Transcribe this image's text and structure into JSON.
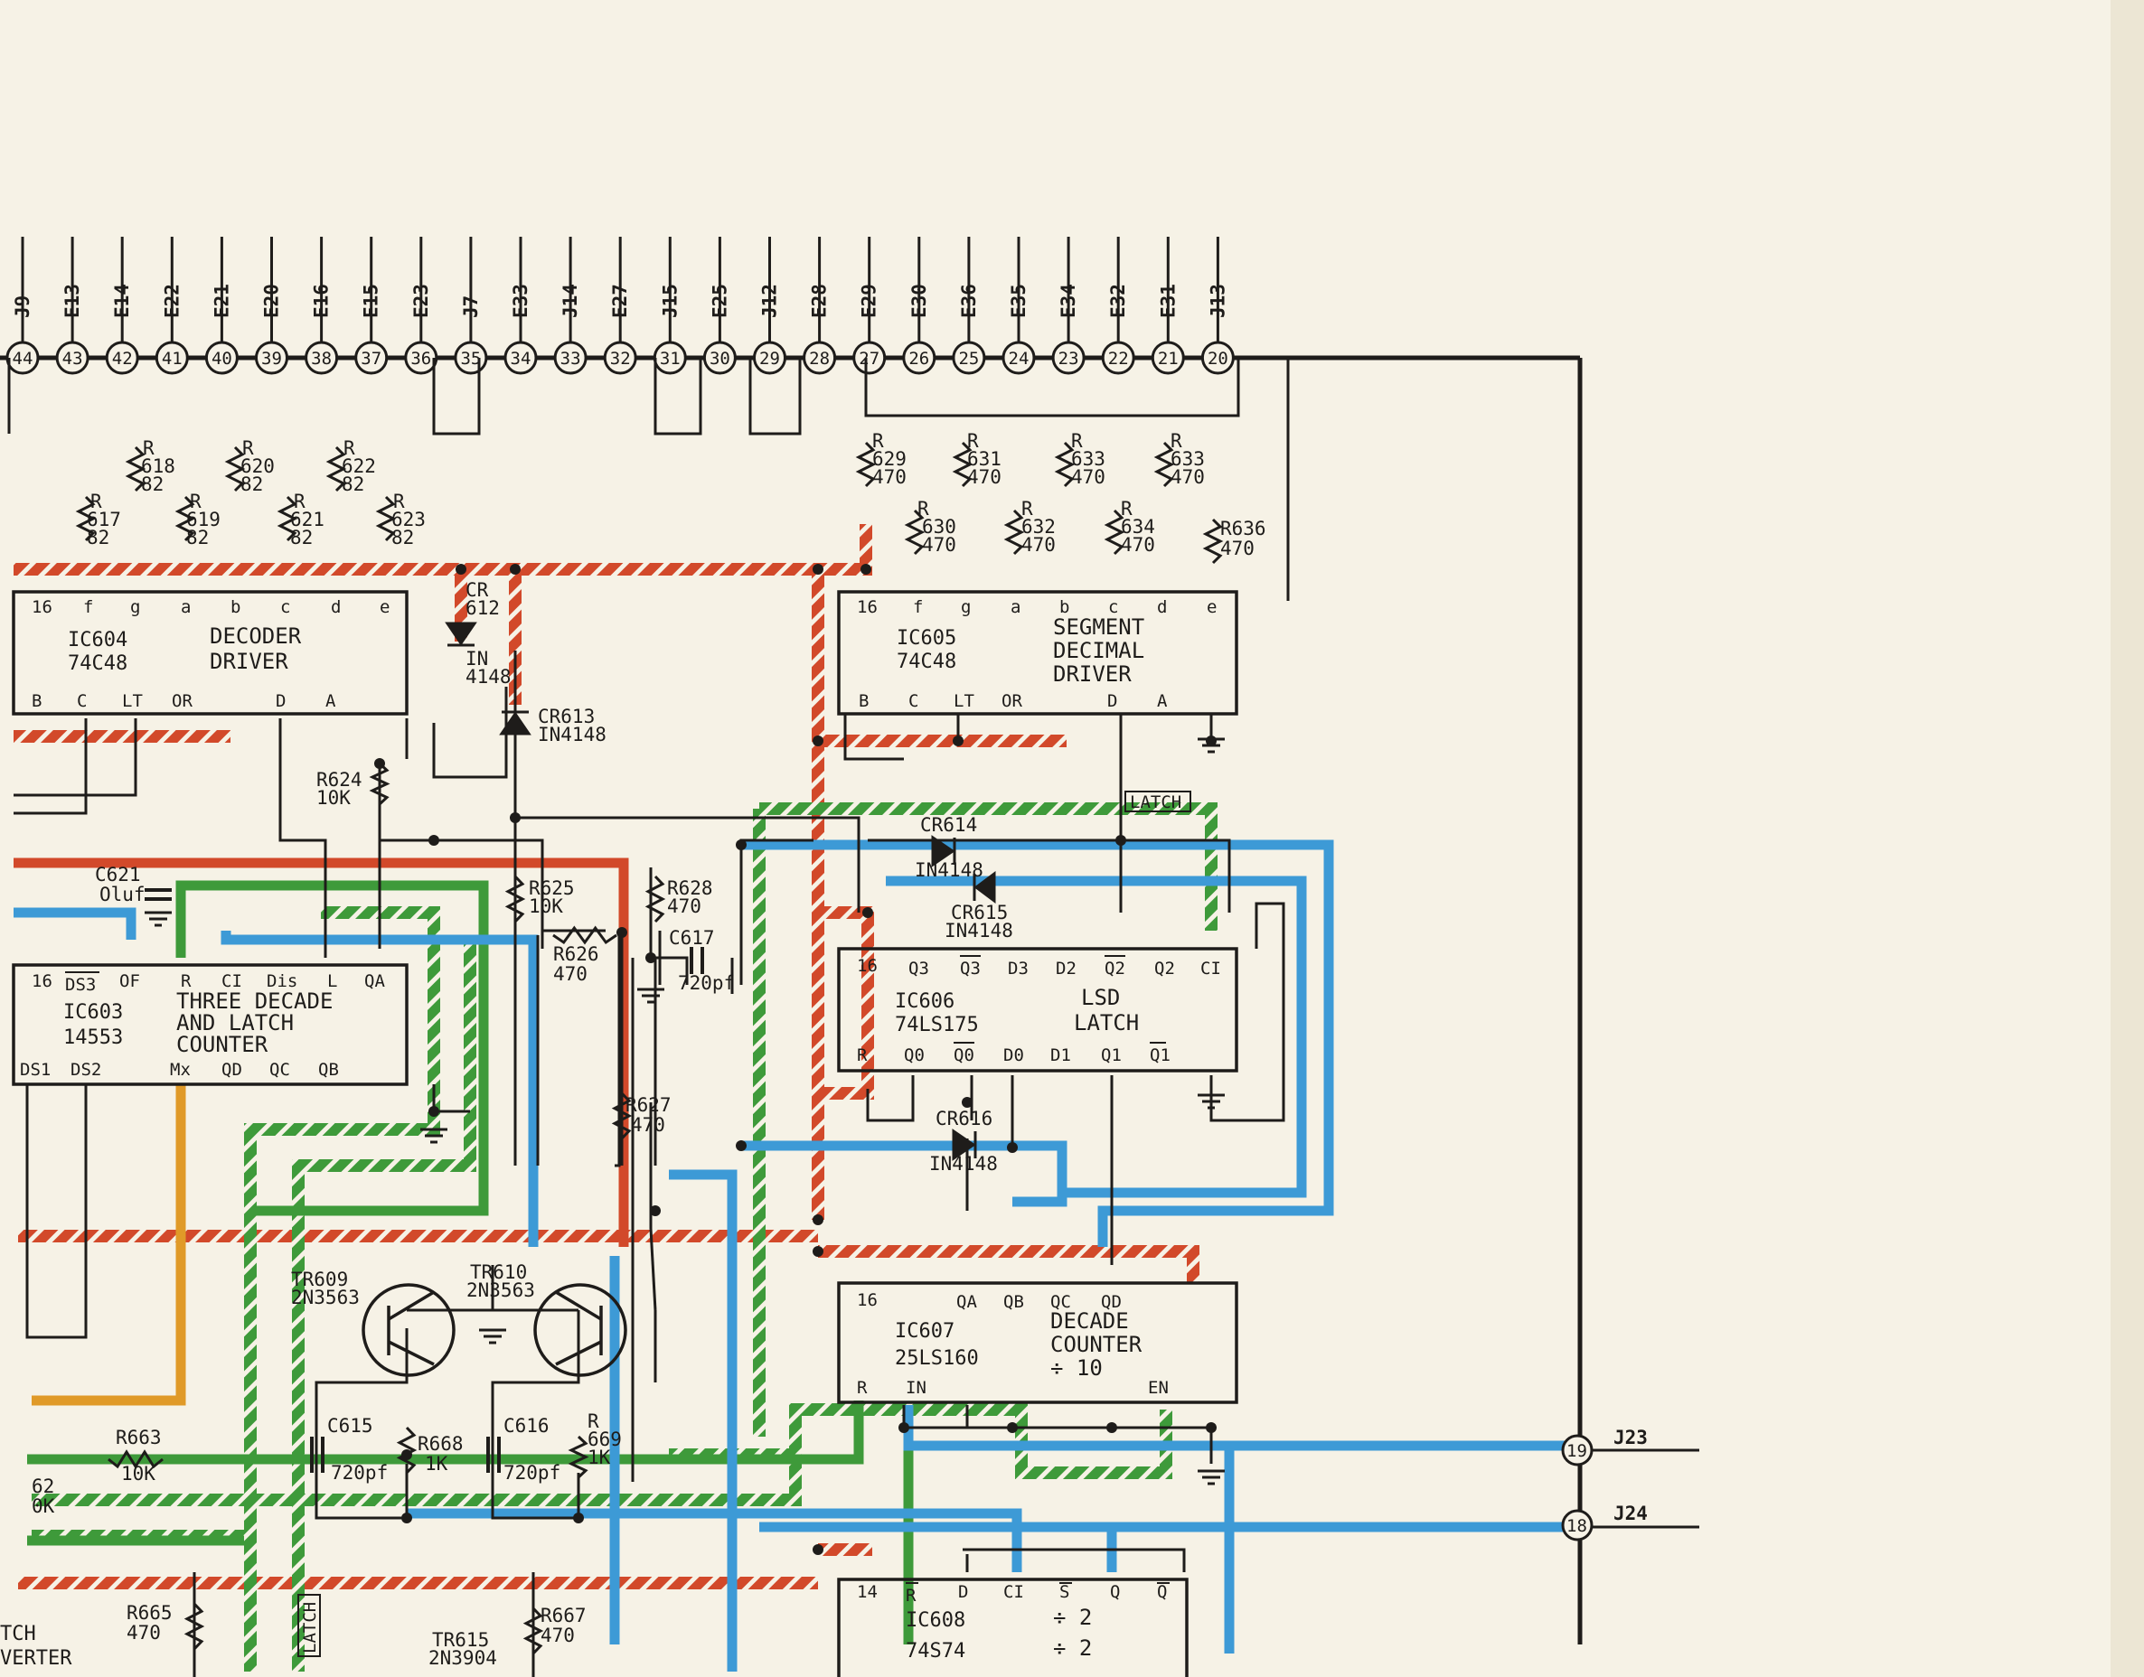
{
  "colors": {
    "paper": "#f6f2e6",
    "ink": "#1e1c1a",
    "red": "#d2492a",
    "green": "#3e9a3a",
    "blue": "#3d9ad6",
    "orange": "#e09a28"
  },
  "connector_pins": [
    {
      "num": "44",
      "label": "J9"
    },
    {
      "num": "43",
      "label": "E13"
    },
    {
      "num": "42",
      "label": "E14"
    },
    {
      "num": "41",
      "label": "E22"
    },
    {
      "num": "40",
      "label": "E21"
    },
    {
      "num": "39",
      "label": "E20"
    },
    {
      "num": "38",
      "label": "E16"
    },
    {
      "num": "37",
      "label": "E15"
    },
    {
      "num": "36",
      "label": "E23"
    },
    {
      "num": "35",
      "label": "J7"
    },
    {
      "num": "34",
      "label": "E33"
    },
    {
      "num": "33",
      "label": "J14"
    },
    {
      "num": "32",
      "label": "E27"
    },
    {
      "num": "31",
      "label": "J15"
    },
    {
      "num": "30",
      "label": "E25"
    },
    {
      "num": "29",
      "label": "J12"
    },
    {
      "num": "28",
      "label": "E28"
    },
    {
      "num": "27",
      "label": "E29"
    },
    {
      "num": "26",
      "label": "E30"
    },
    {
      "num": "25",
      "label": "E36"
    },
    {
      "num": "24",
      "label": "E35"
    },
    {
      "num": "23",
      "label": "E34"
    },
    {
      "num": "22",
      "label": "E32"
    },
    {
      "num": "21",
      "label": "E31"
    },
    {
      "num": "20",
      "label": "J13"
    }
  ],
  "resistors": {
    "r617": [
      "R",
      "617",
      "82"
    ],
    "r618": [
      "R",
      "618",
      "82"
    ],
    "r619": [
      "R",
      "619",
      "82"
    ],
    "r620": [
      "R",
      "620",
      "82"
    ],
    "r621": [
      "R",
      "621",
      "82"
    ],
    "r622": [
      "R",
      "622",
      "82"
    ],
    "r623": [
      "R",
      "623",
      "82"
    ],
    "r629": [
      "R",
      "629",
      "470"
    ],
    "r630": [
      "R",
      "630",
      "470"
    ],
    "r631": [
      "R",
      "631",
      "470"
    ],
    "r632": [
      "R",
      "632",
      "470"
    ],
    "r633a": [
      "R",
      "633",
      "470"
    ],
    "r634": [
      "R",
      "634",
      "470"
    ],
    "r633b": [
      "R",
      "633",
      "470"
    ],
    "r636": [
      "R636",
      "470"
    ],
    "r624": [
      "R624",
      "10K"
    ],
    "r625": [
      "R625",
      "10K"
    ],
    "r626": [
      "R626",
      "470"
    ],
    "r627": [
      "R627",
      "470"
    ],
    "r628": [
      "R628",
      "470"
    ],
    "r663": [
      "R663",
      "10K"
    ],
    "r662": [
      "62",
      "0K"
    ],
    "r668": [
      "R668",
      "1K"
    ],
    "r669": [
      "R",
      "669",
      "1K"
    ],
    "r665": [
      "R665",
      "470"
    ],
    "r667": [
      "R667",
      "470"
    ]
  },
  "diodes": {
    "cr612": [
      "CR",
      "612",
      "IN",
      "4148"
    ],
    "cr613": [
      "CR613",
      "IN4148"
    ],
    "cr614": [
      "CR614",
      "IN4148"
    ],
    "cr615": [
      "CR615",
      "IN4148"
    ],
    "cr616": [
      "CR616",
      "IN4148"
    ]
  },
  "capacitors": {
    "c621": [
      "C621",
      "Oluf"
    ],
    "c617": [
      "C617",
      "720pf"
    ],
    "c615": [
      "C615",
      "720pf"
    ],
    "c616": [
      "C616",
      "720pf"
    ]
  },
  "transistors": {
    "tr609": [
      "TR609",
      "2N3563"
    ],
    "tr610": [
      "TR610",
      "2N3563"
    ],
    "tr615": [
      "TR615",
      "2N3904"
    ]
  },
  "chips": {
    "ic604": {
      "lines": [
        "IC604",
        "74C48"
      ],
      "title": [
        "DECODER",
        "DRIVER"
      ],
      "top_pins": [
        "16",
        "f",
        "g",
        "a",
        "b",
        "c",
        "d",
        "e"
      ],
      "bottom_pins": [
        "B",
        "C",
        "LT",
        "OR",
        "D",
        "A"
      ]
    },
    "ic605": {
      "lines": [
        "IC605",
        "74C48"
      ],
      "title": [
        "SEGMENT",
        "DECIMAL",
        "DRIVER"
      ],
      "top_pins": [
        "16",
        "f",
        "g",
        "a",
        "b",
        "c",
        "d",
        "e"
      ],
      "bottom_pins": [
        "B",
        "C",
        "LT",
        "OR",
        "D",
        "A"
      ]
    },
    "ic603": {
      "lines": [
        "IC603",
        "14553"
      ],
      "title": [
        "THREE DECADE",
        "AND LATCH",
        "COUNTER"
      ],
      "top_pins": [
        "16",
        "DS3",
        "OF",
        "R",
        "CI",
        "Dis",
        "L",
        "QA"
      ],
      "bottom_pins": [
        "DS1",
        "DS2",
        "Mx",
        "QD",
        "QC",
        "QB"
      ]
    },
    "ic606": {
      "lines": [
        "IC606",
        "74LS175"
      ],
      "title": [
        "LSD",
        "LATCH"
      ],
      "top_pins": [
        "16",
        "Q3",
        "Q3",
        "D3",
        "D2",
        "Q2",
        "Q2",
        "CI"
      ],
      "bottom_pins": [
        "R",
        "Q0",
        "Q0",
        "D0",
        "D1",
        "Q1",
        "Q1"
      ]
    },
    "ic607": {
      "lines": [
        "IC607",
        "25LS160"
      ],
      "title": [
        "DECADE",
        "COUNTER",
        "÷ 10"
      ],
      "top_pins": [
        "16",
        "QA",
        "QB",
        "QC",
        "QD"
      ],
      "bottom_pins": [
        "R",
        "IN",
        "EN"
      ]
    },
    "ic608": {
      "lines": [
        "IC608",
        "74S74"
      ],
      "title": [
        "÷ 2",
        "÷ 2"
      ],
      "top_pins": [
        "14",
        "R",
        "D",
        "CI",
        "S",
        "Q",
        "Q"
      ]
    }
  },
  "latch_label": "LATCH",
  "latch_vertical": "LATCH",
  "side_inputs": [
    {
      "num": "19",
      "label": "J23"
    },
    {
      "num": "18",
      "label": "J24"
    }
  ],
  "edge_text": [
    "TCH",
    "VERTER"
  ]
}
